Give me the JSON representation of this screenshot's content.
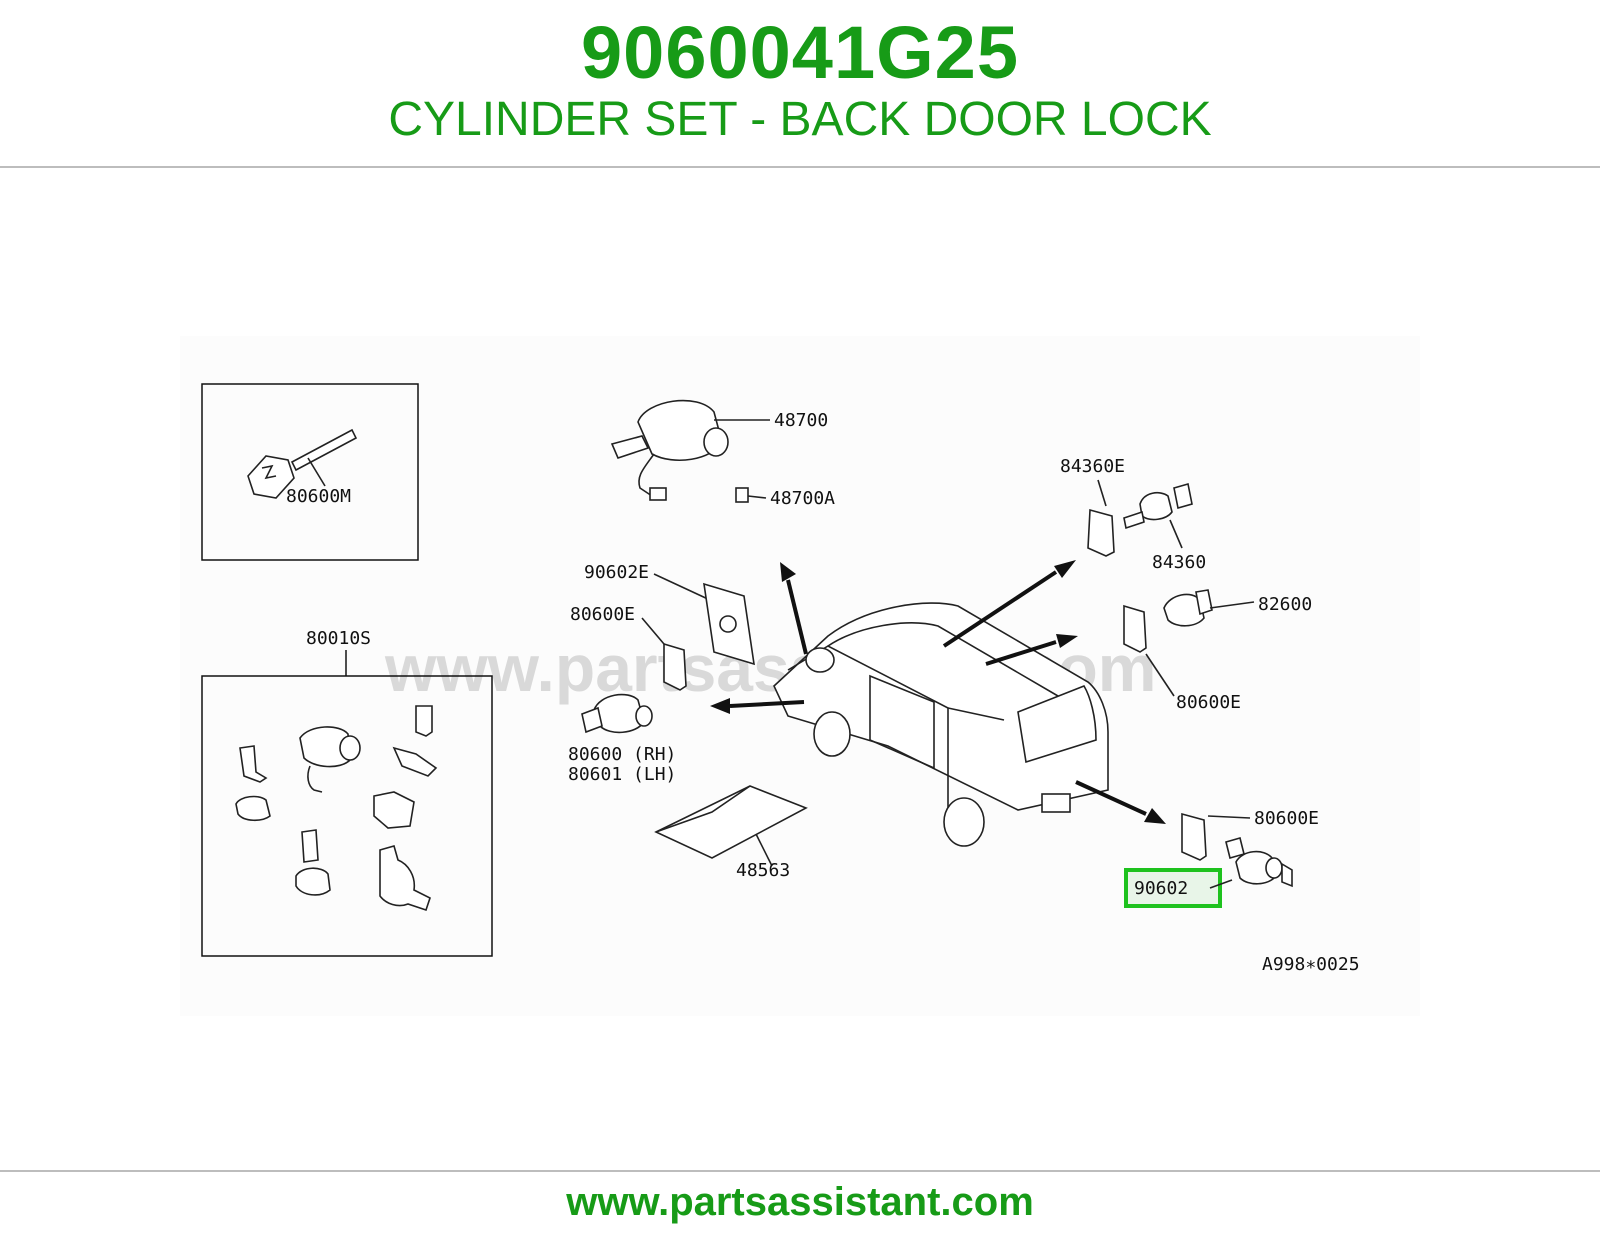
{
  "header": {
    "part_number": "9060041G25",
    "part_name": "CYLINDER SET - BACK DOOR LOCK"
  },
  "diagram": {
    "watermark": "www.partsassistant.com",
    "callouts": {
      "key": "80600M",
      "set": "80010S",
      "ignition": "48700",
      "ignition_conn": "48700A",
      "plate": "90602E",
      "spring_left": "80600E",
      "door_rh": "80600 (RH)",
      "door_lh": "80601 (LH)",
      "pouch": "48563",
      "slide_spring": "84360E",
      "slide_cyl": "84360",
      "glove": "82600",
      "spring_right": "80600E",
      "back_spring": "80600E",
      "back_cyl": "90602",
      "ref_code": "A998∗0025"
    },
    "highlight_color": "#1ec21e"
  },
  "footer": {
    "url": "www.partsassistant.com"
  },
  "colors": {
    "brand_green": "#179b17",
    "rule_gray": "#bdbdbd"
  }
}
